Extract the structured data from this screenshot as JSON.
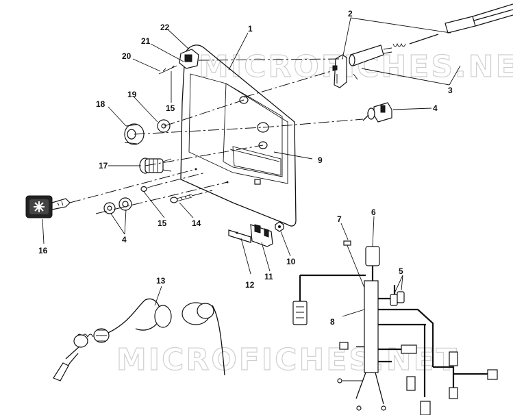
{
  "watermark": "MICROFICHES.NET",
  "callouts": {
    "c1": "1",
    "c2": "2",
    "c3": "3",
    "c4a": "4",
    "c4b": "4",
    "c5": "5",
    "c6": "6",
    "c7": "7",
    "c8": "8",
    "c9": "9",
    "c10": "10",
    "c11": "11",
    "c12": "12",
    "c13": "13",
    "c14": "14",
    "c15a": "15",
    "c15b": "15",
    "c16": "16",
    "c17": "17",
    "c18": "18",
    "c19": "19",
    "c20": "20",
    "c21": "21",
    "c22": "22"
  }
}
